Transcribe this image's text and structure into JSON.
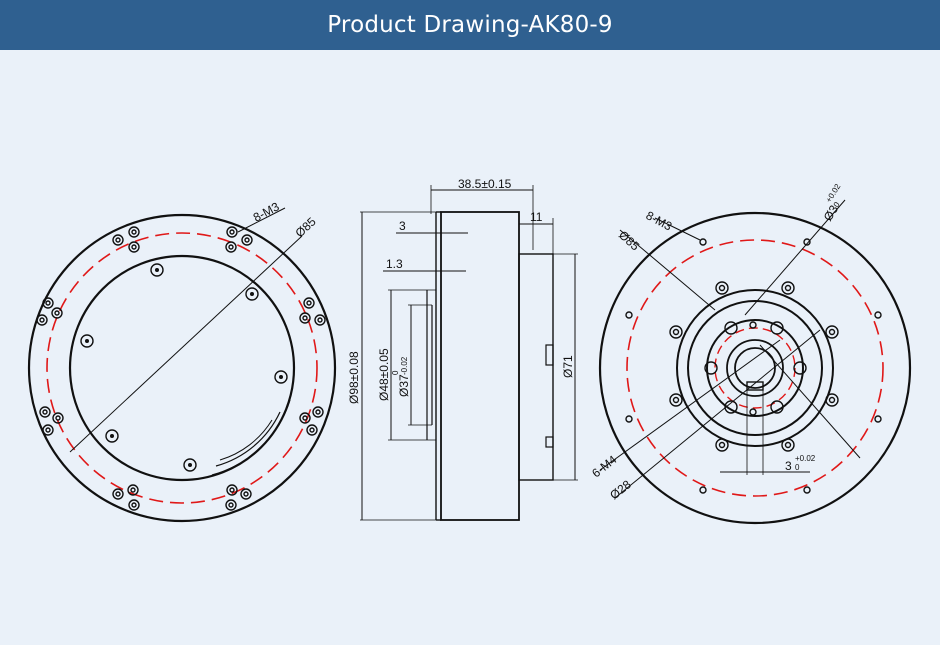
{
  "header": {
    "title": "Product Drawing-AK80-9"
  },
  "colors": {
    "header_bg": "#2f6090",
    "page_bg": "#eaf1f9",
    "line": "#111111",
    "pcd": "#e01818"
  },
  "left_view": {
    "thread_label": "8-M3",
    "pcd_label": "Ø85"
  },
  "side_view": {
    "length_label": "38.5±0.15",
    "flange_label": "11",
    "step_label": "3",
    "lip_label": "1.3",
    "outer_dia_label": "Ø98±0.08",
    "bore_dia_label": "Ø48±0.05",
    "inner_dia_main": "Ø37",
    "inner_dia_tol_up": "0",
    "inner_dia_tol_low": "-0.02",
    "hub_dia_label": "Ø71"
  },
  "right_view": {
    "thread_label": "8-M3",
    "pcd_label": "Ø85",
    "pin_main": "Ø3",
    "pin_tol_up": "+0.02",
    "pin_tol_low": "0",
    "hole_thread_label": "6-M4",
    "hole_pcd_label": "Ø28",
    "key_main": "3",
    "key_tol_up": "+0.02",
    "key_tol_low": "0"
  }
}
